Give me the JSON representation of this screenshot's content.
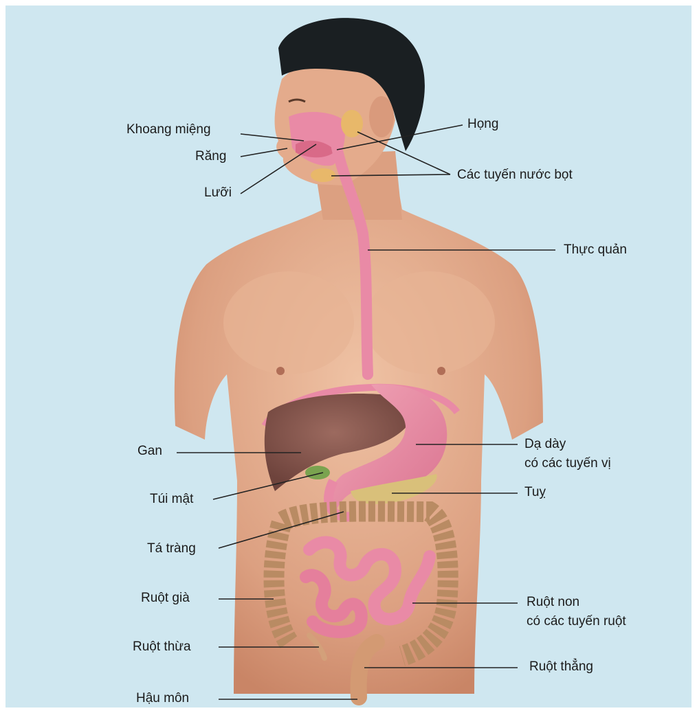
{
  "colors": {
    "background": "#cfe7f0",
    "skin": "#e2a98a",
    "hair": "#1a1f22",
    "digestive_pink": "#e98aa6",
    "liver": "#8b5a52",
    "large_intestine": "#b98b63",
    "pancreas": "#d9c07a",
    "leader_line": "#222222"
  },
  "labels": {
    "khoang_mieng": "Khoang miệng",
    "rang": "Răng",
    "luoi": "Lưỡi",
    "hong": "Họng",
    "cac_tuyen_nuoc_bot": "Các tuyến nước bọt",
    "thuc_quan": "Thực quản",
    "gan": "Gan",
    "da_day_line1": "Dạ dày",
    "da_day_line2": "có các tuyến vị",
    "tui_mat": "Túi mật",
    "tuy": "Tuỵ",
    "ta_trang": "Tá tràng",
    "ruot_gia": "Ruột già",
    "ruot_non_line1": "Ruột non",
    "ruot_non_line2": "có các tuyến ruột",
    "ruot_thua": "Ruột thừa",
    "ruot_thang": "Ruột thẳng",
    "hau_mon": "Hậu môn"
  }
}
